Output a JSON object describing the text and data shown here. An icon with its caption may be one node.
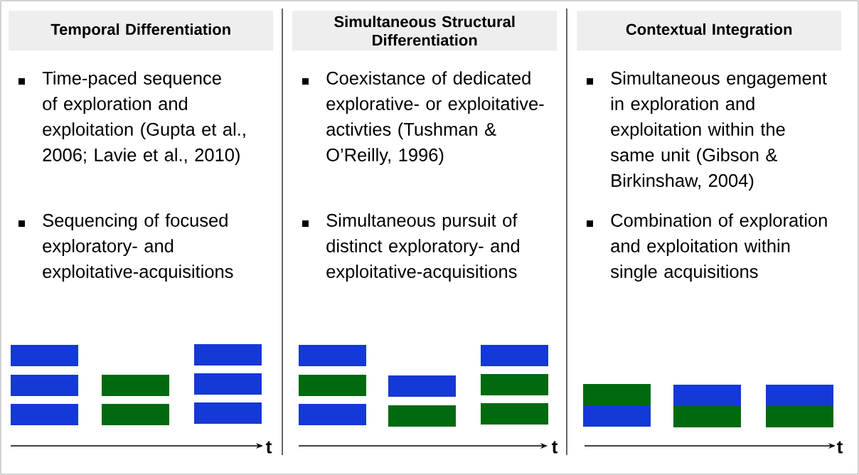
{
  "diagram": {
    "nodes": [
      {
        "text": [
          "Temporal Differentiation"
        ]
      },
      {
        "text": [
          "Simultaneous Structural Differentiation"
        ]
      },
      {
        "text": [
          "Contextual Integration"
        ]
      }
    ],
    "labels": [
      "Time-paced sequence of exploration and exploitation (Gupta et al., 2006; Lavie et al., 2010)",
      "Sequencing of focused exploratory- and exploitative-acquisitions",
      "Coexistance of dedicated explorative- or exploitative-activties (Tushman & O’Reilly, 1996)",
      "Simultaneous pursuit of distinct exploratory- and exploitative-acquisitions",
      "Simultaneous engagement in exploration and exploitation within the same unit (Gibson & Birkinshaw, 2004)",
      "Combination of exploration and exploitation within single acquisitions",
      "t",
      "t",
      "t"
    ]
  }
}
